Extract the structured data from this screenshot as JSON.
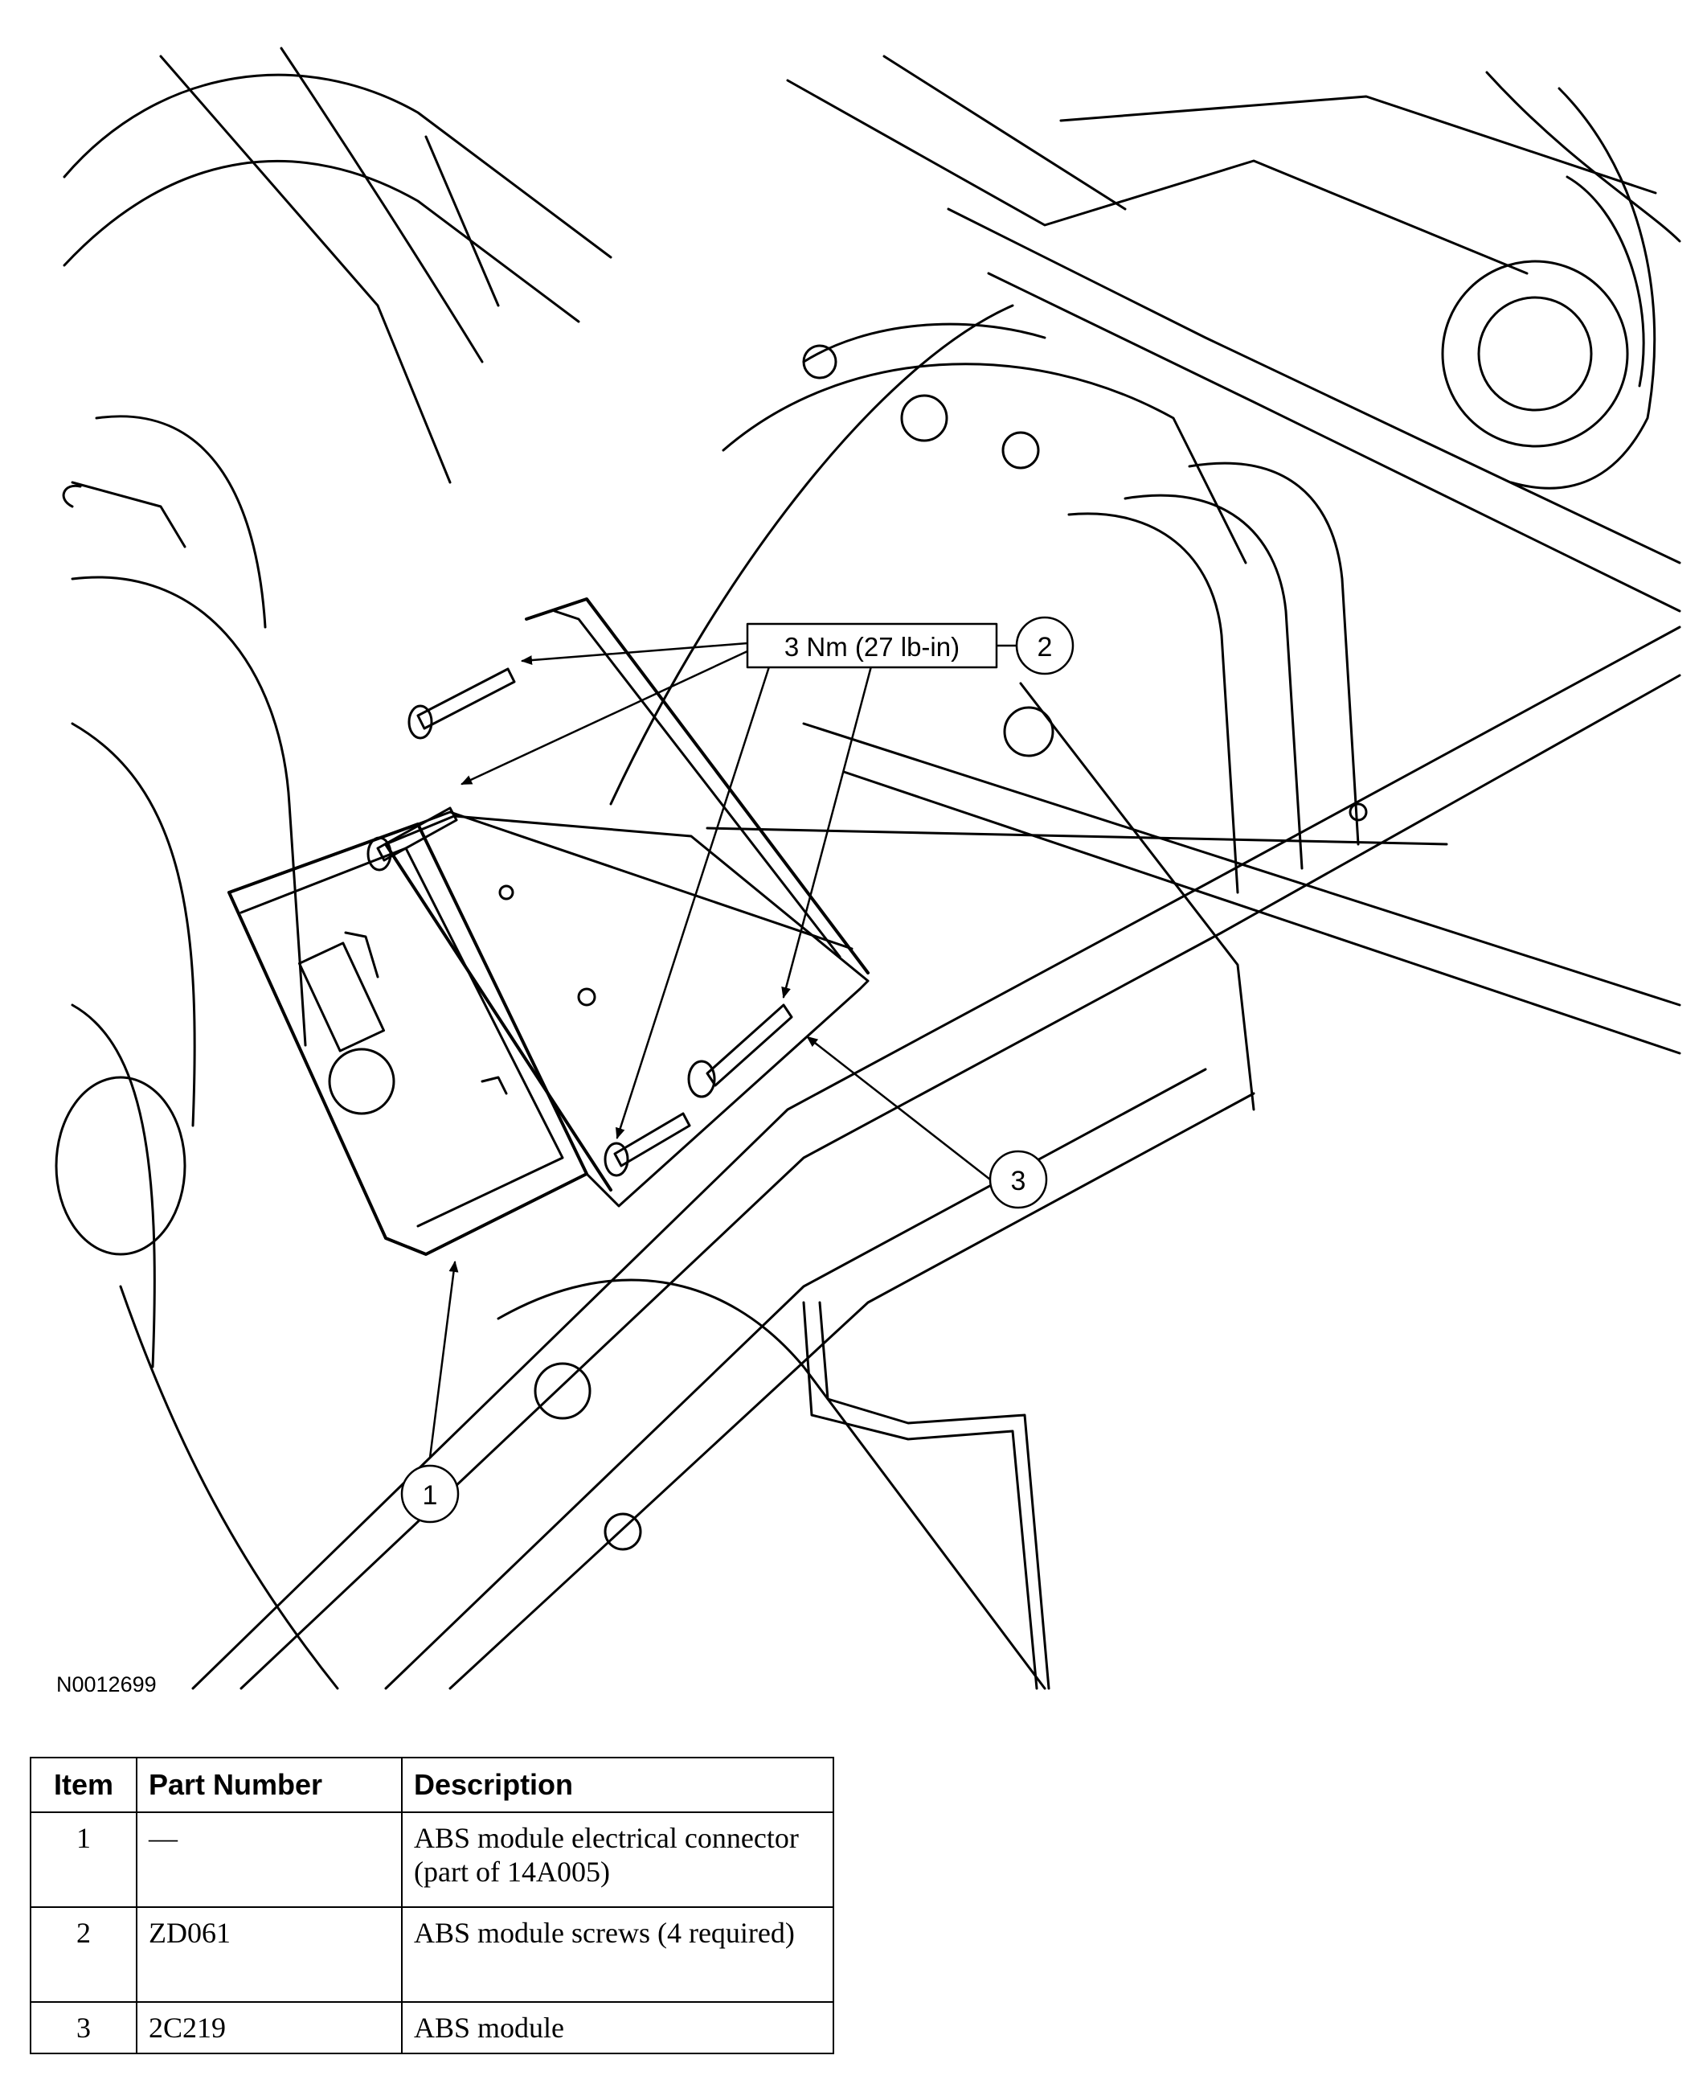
{
  "figure": {
    "figure_id": "N0012699",
    "torque_callout": "3 Nm (27 lb-in)",
    "callouts": [
      "1",
      "2",
      "3"
    ]
  },
  "legend_table": {
    "headers": [
      "Item",
      "Part Number",
      "Description"
    ],
    "rows": [
      {
        "item": "1",
        "part_number": "—",
        "description": "ABS module electrical connector (part of 14A005)"
      },
      {
        "item": "2",
        "part_number": "ZD061",
        "description": "ABS module screws (4 required)"
      },
      {
        "item": "3",
        "part_number": "2C219",
        "description": "ABS module"
      }
    ]
  }
}
